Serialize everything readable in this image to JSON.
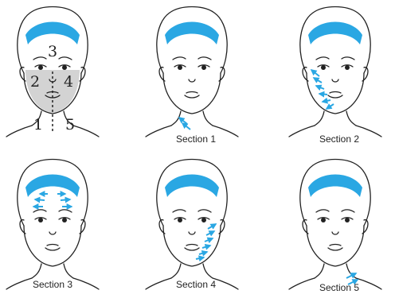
{
  "colors": {
    "headband": "#2aa7e3",
    "arrow": "#2aa7e3",
    "line": "#222222",
    "shade": "#d3d3d3"
  },
  "overview": {
    "zone_labels": {
      "top": "3",
      "left": "2",
      "right": "4",
      "bottom_left": "1",
      "bottom_right": "5"
    }
  },
  "panels": [
    {
      "id": "overview",
      "caption": ""
    },
    {
      "id": "section-1",
      "caption": "Section 1"
    },
    {
      "id": "section-2",
      "caption": "Section 2"
    },
    {
      "id": "section-3",
      "caption": "Section 3"
    },
    {
      "id": "section-4",
      "caption": "Section 4"
    },
    {
      "id": "section-5",
      "caption": "Section 5"
    }
  ]
}
